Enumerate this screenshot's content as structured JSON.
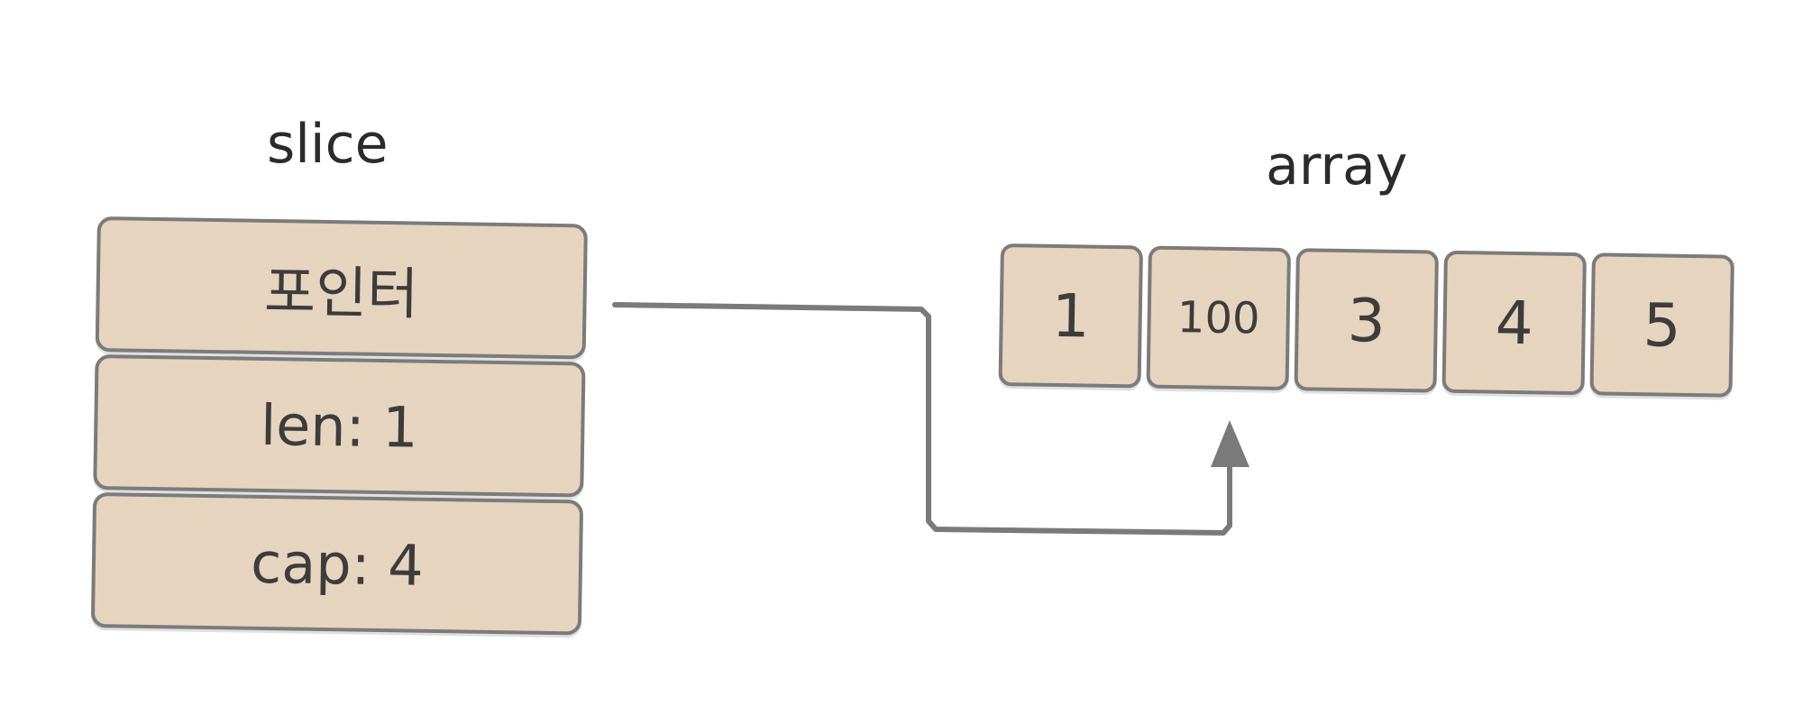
{
  "slice": {
    "title": "slice",
    "fields": [
      {
        "text": "포인터"
      },
      {
        "text": "len: 1"
      },
      {
        "text": "cap: 4"
      }
    ]
  },
  "array": {
    "title": "array",
    "cells": [
      {
        "text": "1"
      },
      {
        "text": "100"
      },
      {
        "text": "3"
      },
      {
        "text": "4"
      },
      {
        "text": "5"
      }
    ]
  },
  "colors": {
    "cell_fill": "#e7d4bf",
    "cell_border": "#7b7b7b",
    "arrow": "#7a7a7a",
    "text": "#3c3c3c"
  }
}
